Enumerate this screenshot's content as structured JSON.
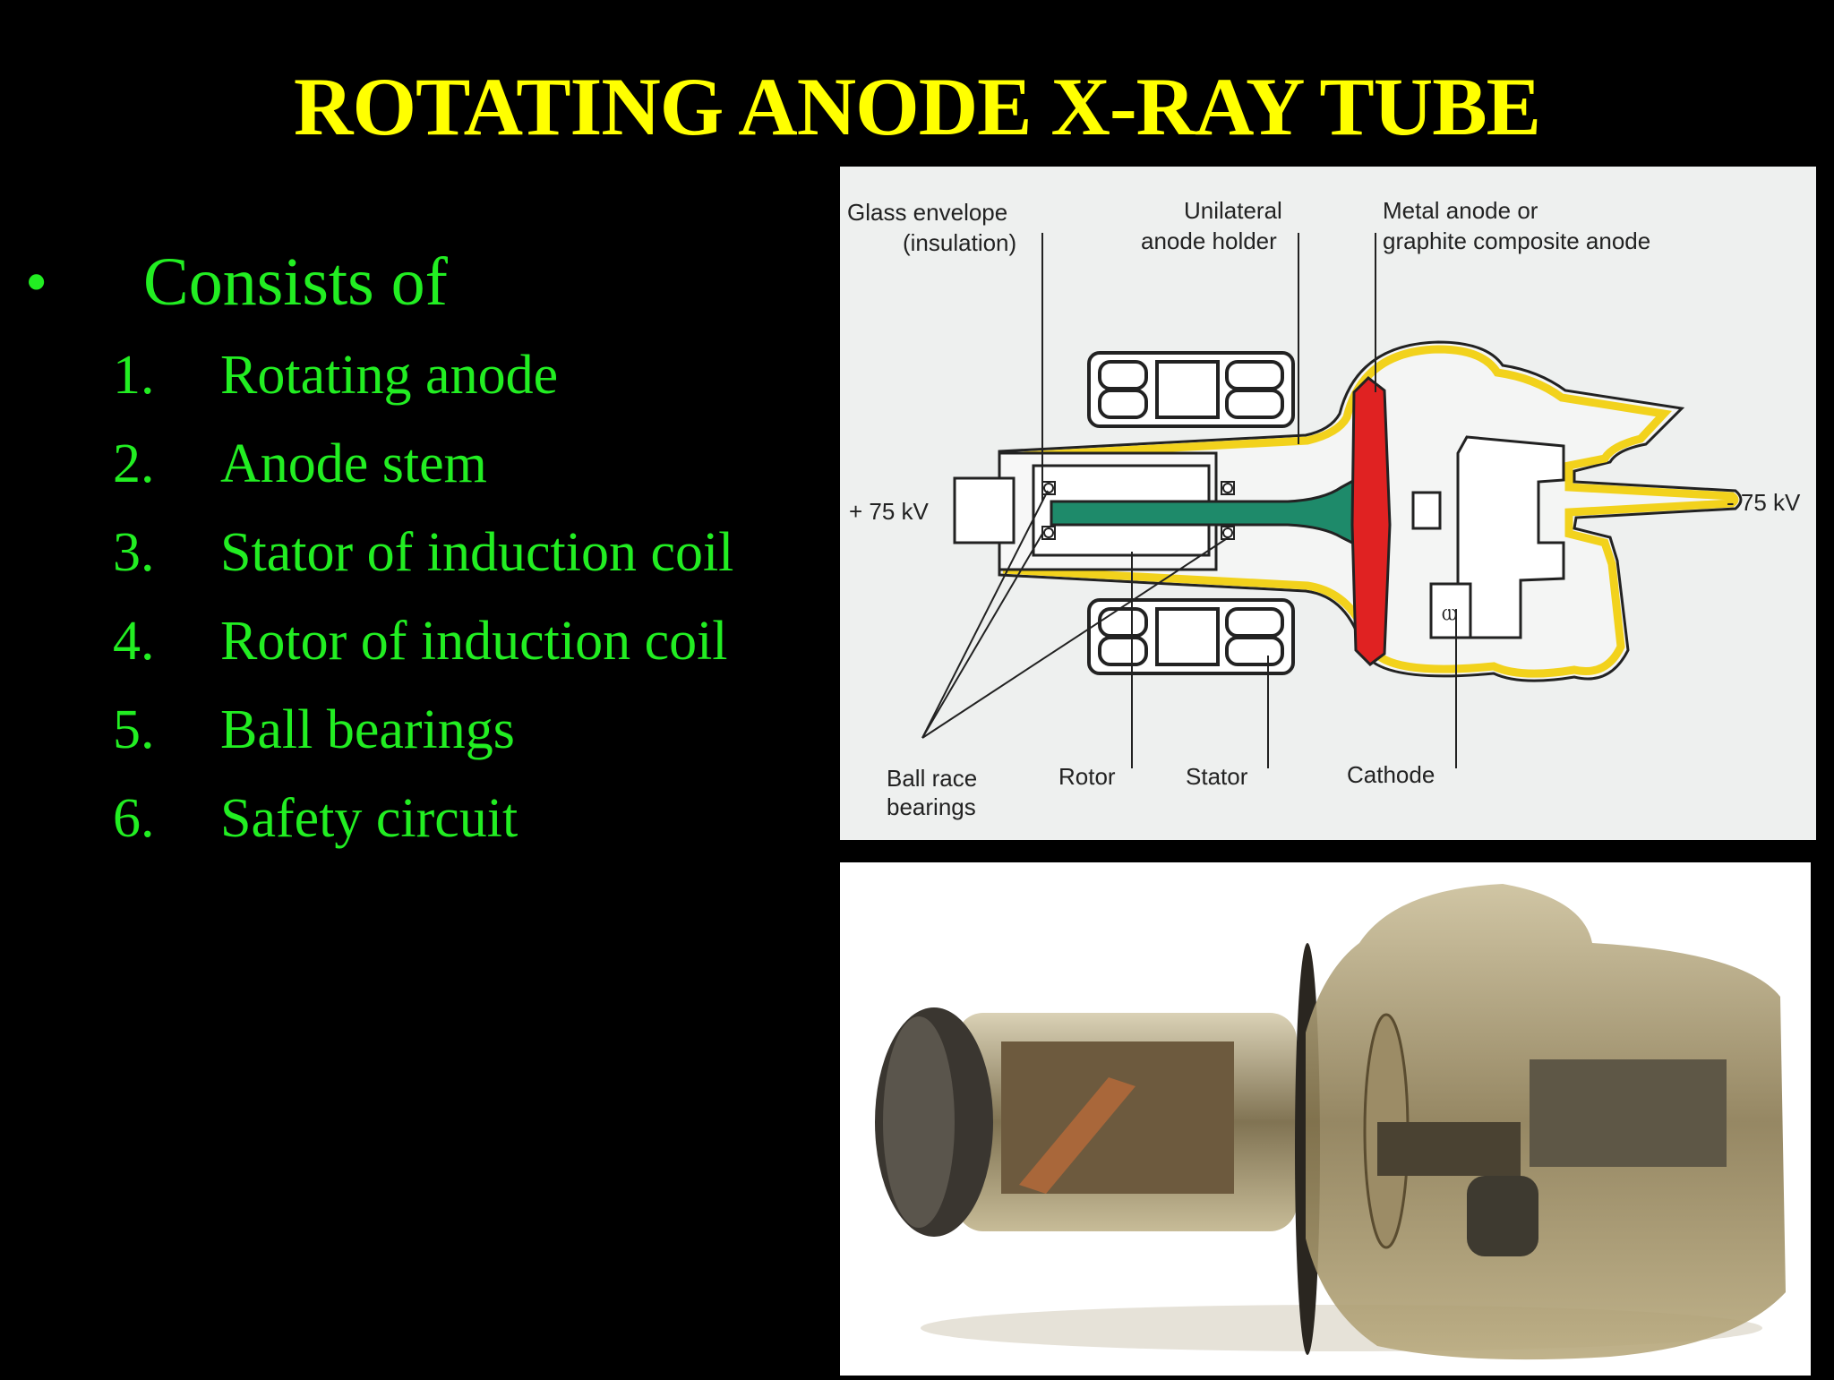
{
  "title": "ROTATING ANODE X-RAY TUBE",
  "bullet": {
    "symbol": "•",
    "text": "Consists of"
  },
  "items": [
    {
      "num": "1.",
      "label": "Rotating anode"
    },
    {
      "num": "2.",
      "label": "Anode stem"
    },
    {
      "num": "3.",
      "label": "Stator of induction coil"
    },
    {
      "num": "4.",
      "label": "Rotor of induction coil"
    },
    {
      "num": "5.",
      "label": "Ball bearings"
    },
    {
      "num": "6.",
      "label": "Safety circuit"
    }
  ],
  "diagram": {
    "labels": {
      "glass_envelope_1": "Glass envelope",
      "glass_envelope_2": "(insulation)",
      "anode_holder_1": "Unilateral",
      "anode_holder_2": "anode holder",
      "metal_anode_1": "Metal anode or",
      "metal_anode_2": "graphite composite anode",
      "plus_kv": "+ 75 kV",
      "minus_kv": "- 75 kV",
      "ball_race_1": "Ball race",
      "ball_race_2": "bearings",
      "rotor": "Rotor",
      "stator": "Stator",
      "cathode": "Cathode"
    }
  },
  "colors": {
    "background": "#000000",
    "title": "#ffff00",
    "list_text": "#22ee22",
    "envelope": "#f2d21c",
    "anode": "#e02222",
    "stem": "#1e8a6a"
  }
}
